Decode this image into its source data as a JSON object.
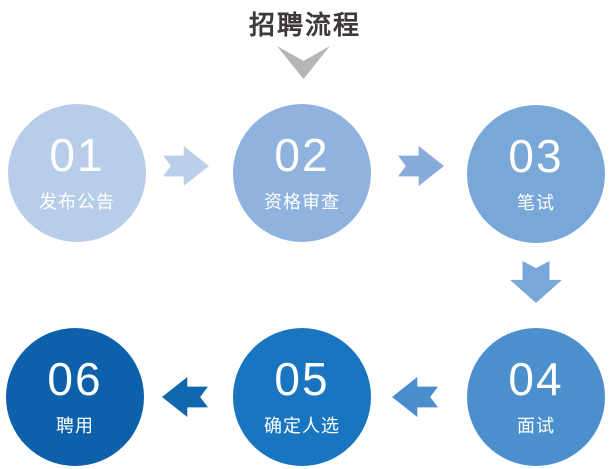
{
  "title": "招聘流程",
  "title_color": "#3e3a39",
  "flow_chevron": {
    "icon": "chevron-down",
    "color": "#b5b5b5"
  },
  "text_color": "#ffffff",
  "background": "#ffffff",
  "steps": [
    {
      "number": "01",
      "label": "发布公告",
      "color": "#b7cde9"
    },
    {
      "number": "02",
      "label": "资格审查",
      "color": "#8fb3de"
    },
    {
      "number": "03",
      "label": "笔试",
      "color": "#79a7d8"
    },
    {
      "number": "04",
      "label": "面试",
      "color": "#4b8fcc"
    },
    {
      "number": "05",
      "label": "确定人选",
      "color": "#1a75c1"
    },
    {
      "number": "06",
      "label": "聘用",
      "color": "#0c61aa"
    }
  ],
  "connectors": [
    {
      "from": "01",
      "to": "02",
      "direction": "right",
      "color": "#b9cfea"
    },
    {
      "from": "02",
      "to": "03",
      "direction": "right",
      "color": "#86add9"
    },
    {
      "from": "03",
      "to": "04",
      "direction": "down",
      "color": "#79a7d8"
    },
    {
      "from": "04",
      "to": "05",
      "direction": "left",
      "color": "#4a8ecd"
    },
    {
      "from": "05",
      "to": "06",
      "direction": "left",
      "color": "#1167ae"
    }
  ]
}
